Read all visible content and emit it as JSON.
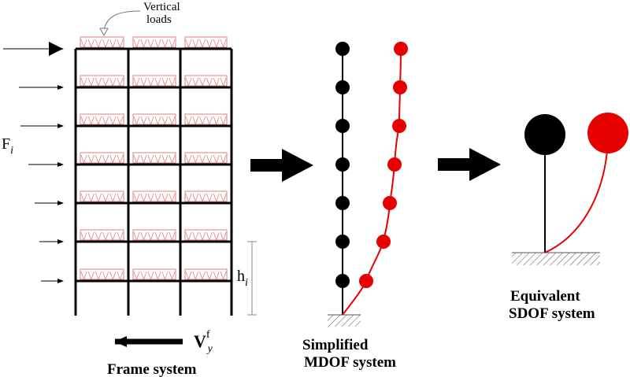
{
  "labels": {
    "vertical_loads_line1": "Vertical",
    "vertical_loads_line2": "loads",
    "force_symbol": "F",
    "force_subscript": "i",
    "height_symbol": "h",
    "height_subscript": "i",
    "shear_symbol": "V",
    "shear_superscript": "f",
    "shear_subscript": "y",
    "frame_caption": "Frame system",
    "mdof_caption_line1": "Simplified",
    "mdof_caption_line2": "MDOF system",
    "sdof_caption_line1": "Equivalent",
    "sdof_caption_line2": "SDOF system"
  },
  "colors": {
    "structure": "#000000",
    "deformed": "#e60000",
    "load_pattern": "#e08080",
    "hatch": "#555555",
    "dimension": "#888888"
  },
  "frame": {
    "storeys": 7,
    "bays": 3
  },
  "mdof": {
    "masses": 7
  }
}
